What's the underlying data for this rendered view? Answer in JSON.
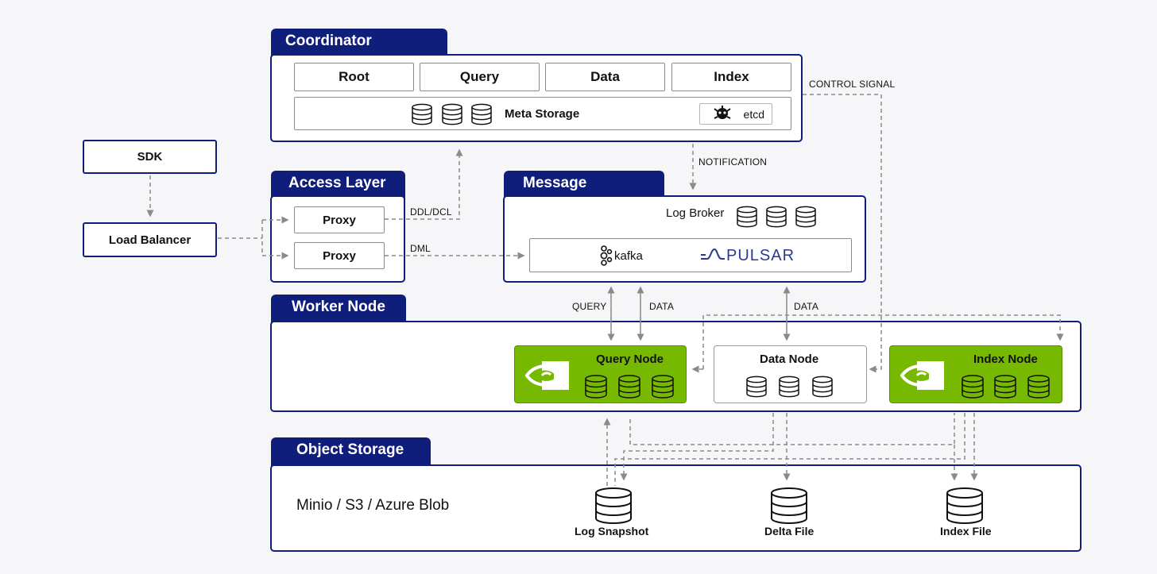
{
  "coordinator": {
    "title": "Coordinator",
    "services": [
      "Root",
      "Query",
      "Data",
      "Index"
    ],
    "meta_storage": "Meta Storage",
    "etcd": "etcd"
  },
  "sdk": "SDK",
  "load_balancer": "Load Balancer",
  "access_layer": {
    "title": "Access Layer",
    "proxy1": "Proxy",
    "proxy2": "Proxy"
  },
  "message": {
    "title": "Message",
    "log_broker": "Log Broker",
    "kafka": "kafka",
    "pulsar": "PULSAR"
  },
  "labels": {
    "control_signal": "CONTROL SIGNAL",
    "notification": "NOTIFICATION",
    "ddl_dcl": "DDL/DCL",
    "dml": "DML",
    "query": "QUERY",
    "data1": "DATA",
    "data2": "DATA"
  },
  "worker": {
    "title": "Worker Node",
    "query_node": "Query Node",
    "data_node": "Data Node",
    "index_node": "Index Node"
  },
  "object_storage": {
    "title": "Object Storage",
    "backends": "Minio / S3 / Azure Blob",
    "log_snapshot": "Log Snapshot",
    "delta_file": "Delta File",
    "index_file": "Index File"
  },
  "colors": {
    "navy": "#0f1e7a",
    "nvidia_green": "#76b900",
    "background": "#f6f6f8"
  }
}
